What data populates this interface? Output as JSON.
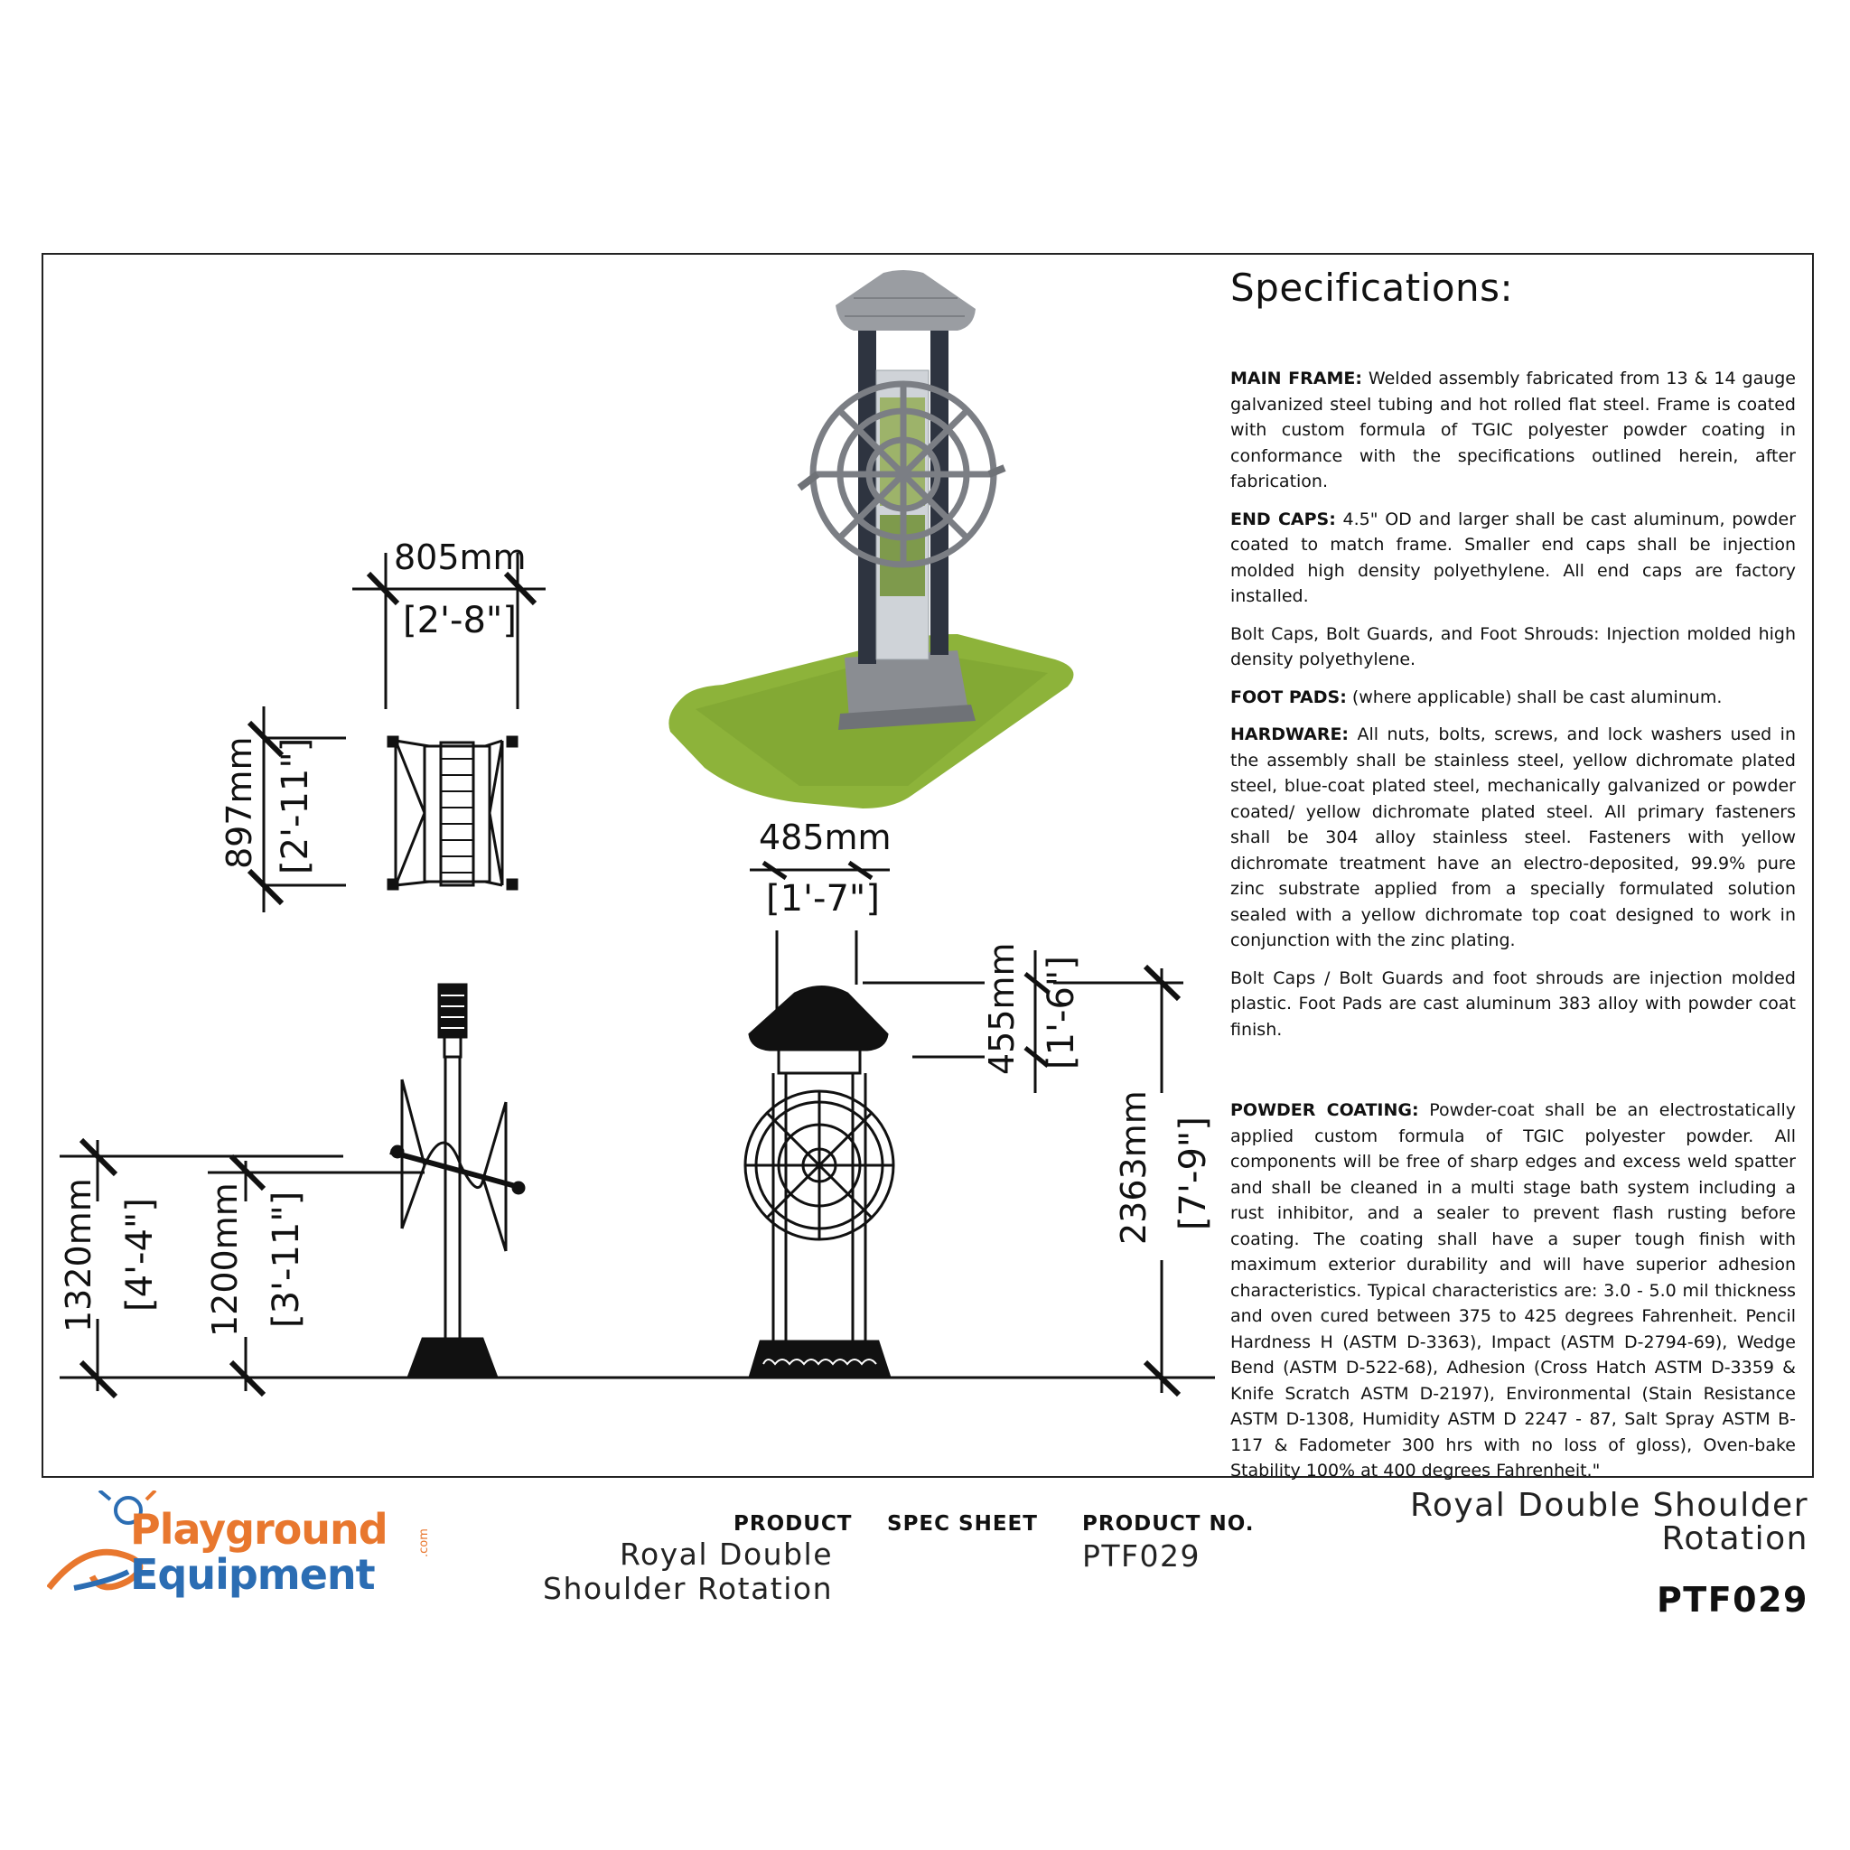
{
  "specs": {
    "title": "Specifications:",
    "main_frame_label": "MAIN FRAME:",
    "main_frame_text": "Welded assembly fabricated from 13 & 14 gauge galvanized steel tubing and hot rolled flat steel. Frame is coated with custom formula of TGIC polyester powder coating in conformance with the specifications outlined herein, after fabrication.",
    "end_caps_label": "END CAPS:",
    "end_caps_text": "4.5\" OD and larger shall be cast aluminum, powder coated to match frame. Smaller end caps shall be injection molded high density polyethylene. All end caps are factory installed.",
    "bolt_caps_text": "Bolt Caps, Bolt Guards, and Foot Shrouds: Injection molded high density polyethylene.",
    "foot_pads_label": "FOOT PADS:",
    "foot_pads_text": "(where applicable) shall be cast aluminum.",
    "hardware_label": "HARDWARE:",
    "hardware_text": "All nuts, bolts, screws, and lock washers used in the assembly shall be stainless steel, yellow dichromate plated steel, blue-coat plated steel, mechanically galvanized or powder coated/ yellow dichromate plated steel. All primary fasteners shall be 304 alloy stainless steel. Fasteners with yellow dichromate treatment have an electro-deposited, 99.9% pure zinc substrate applied from a specially formulated solution sealed with a yellow dichromate top coat designed to work in conjunction with the zinc plating.",
    "bolt_guards_text": "Bolt Caps / Bolt Guards and foot shrouds are injection molded plastic. Foot Pads are cast aluminum 383 alloy with powder coat finish.",
    "powder_label": "POWDER COATING:",
    "powder_text": "Powder-coat shall be an electrostatically applied custom formula of TGIC polyester powder. All components will be free of sharp edges and excess weld spatter and shall be cleaned in a multi stage bath system including a rust inhibitor, and a sealer to prevent flash rusting before coating. The coating shall have a super tough finish with maximum exterior durability and will have superior adhesion characteristics. Typical characteristics are: 3.0 - 5.0 mil thickness and oven cured between 375 to 425 degrees Fahrenheit. Pencil Hardness H (ASTM D-3363), Impact (ASTM D-2794-69), Wedge Bend (ASTM D-522-68), Adhesion (Cross Hatch ASTM D-3359 & Knife Scratch ASTM D-2197), Environmental (Stain Resistance ASTM D-1308, Humidity ASTM D 2247 - 87, Salt Spray ASTM B-117 & Fadometer 300 hrs with no loss of gloss), Oven-bake Stability 100% at 400 degrees Fahrenheit.\""
  },
  "dimensions": {
    "top_width_mm": "805mm",
    "top_width_ft": "[2'-8\"]",
    "top_depth_mm": "897mm",
    "top_depth_ft": "[2'-11\"]",
    "front_width_mm": "485mm",
    "front_width_ft": "[1'-7\"]",
    "roof_mm": "455mm",
    "roof_ft": "[1'-6\"]",
    "height_mm": "2363mm",
    "height_ft": "[7'-9\"]",
    "handle_high_mm": "1320mm",
    "handle_high_ft": "[4'-4\"]",
    "handle_low_mm": "1200mm",
    "handle_low_ft": "[3'-11\"]"
  },
  "footer": {
    "logo_line1": "Playground",
    "logo_line2": "Equipment",
    "logo_com": ".com",
    "product_label": "PRODUCT",
    "product_value": "Royal Double Shoulder Rotation",
    "spec_sheet_label": "SPEC SHEET",
    "product_no_label": "PRODUCT NO.",
    "product_no_value": "PTF029",
    "title_line1": "Royal Double Shoulder",
    "title_line2": "Rotation",
    "title_code": "PTF029"
  },
  "colors": {
    "logo_orange": "#e8772e",
    "logo_blue": "#2b6db3",
    "grass": "#8db33a",
    "equipment_gray": "#8a8d92",
    "post_dark": "#2e3440"
  }
}
